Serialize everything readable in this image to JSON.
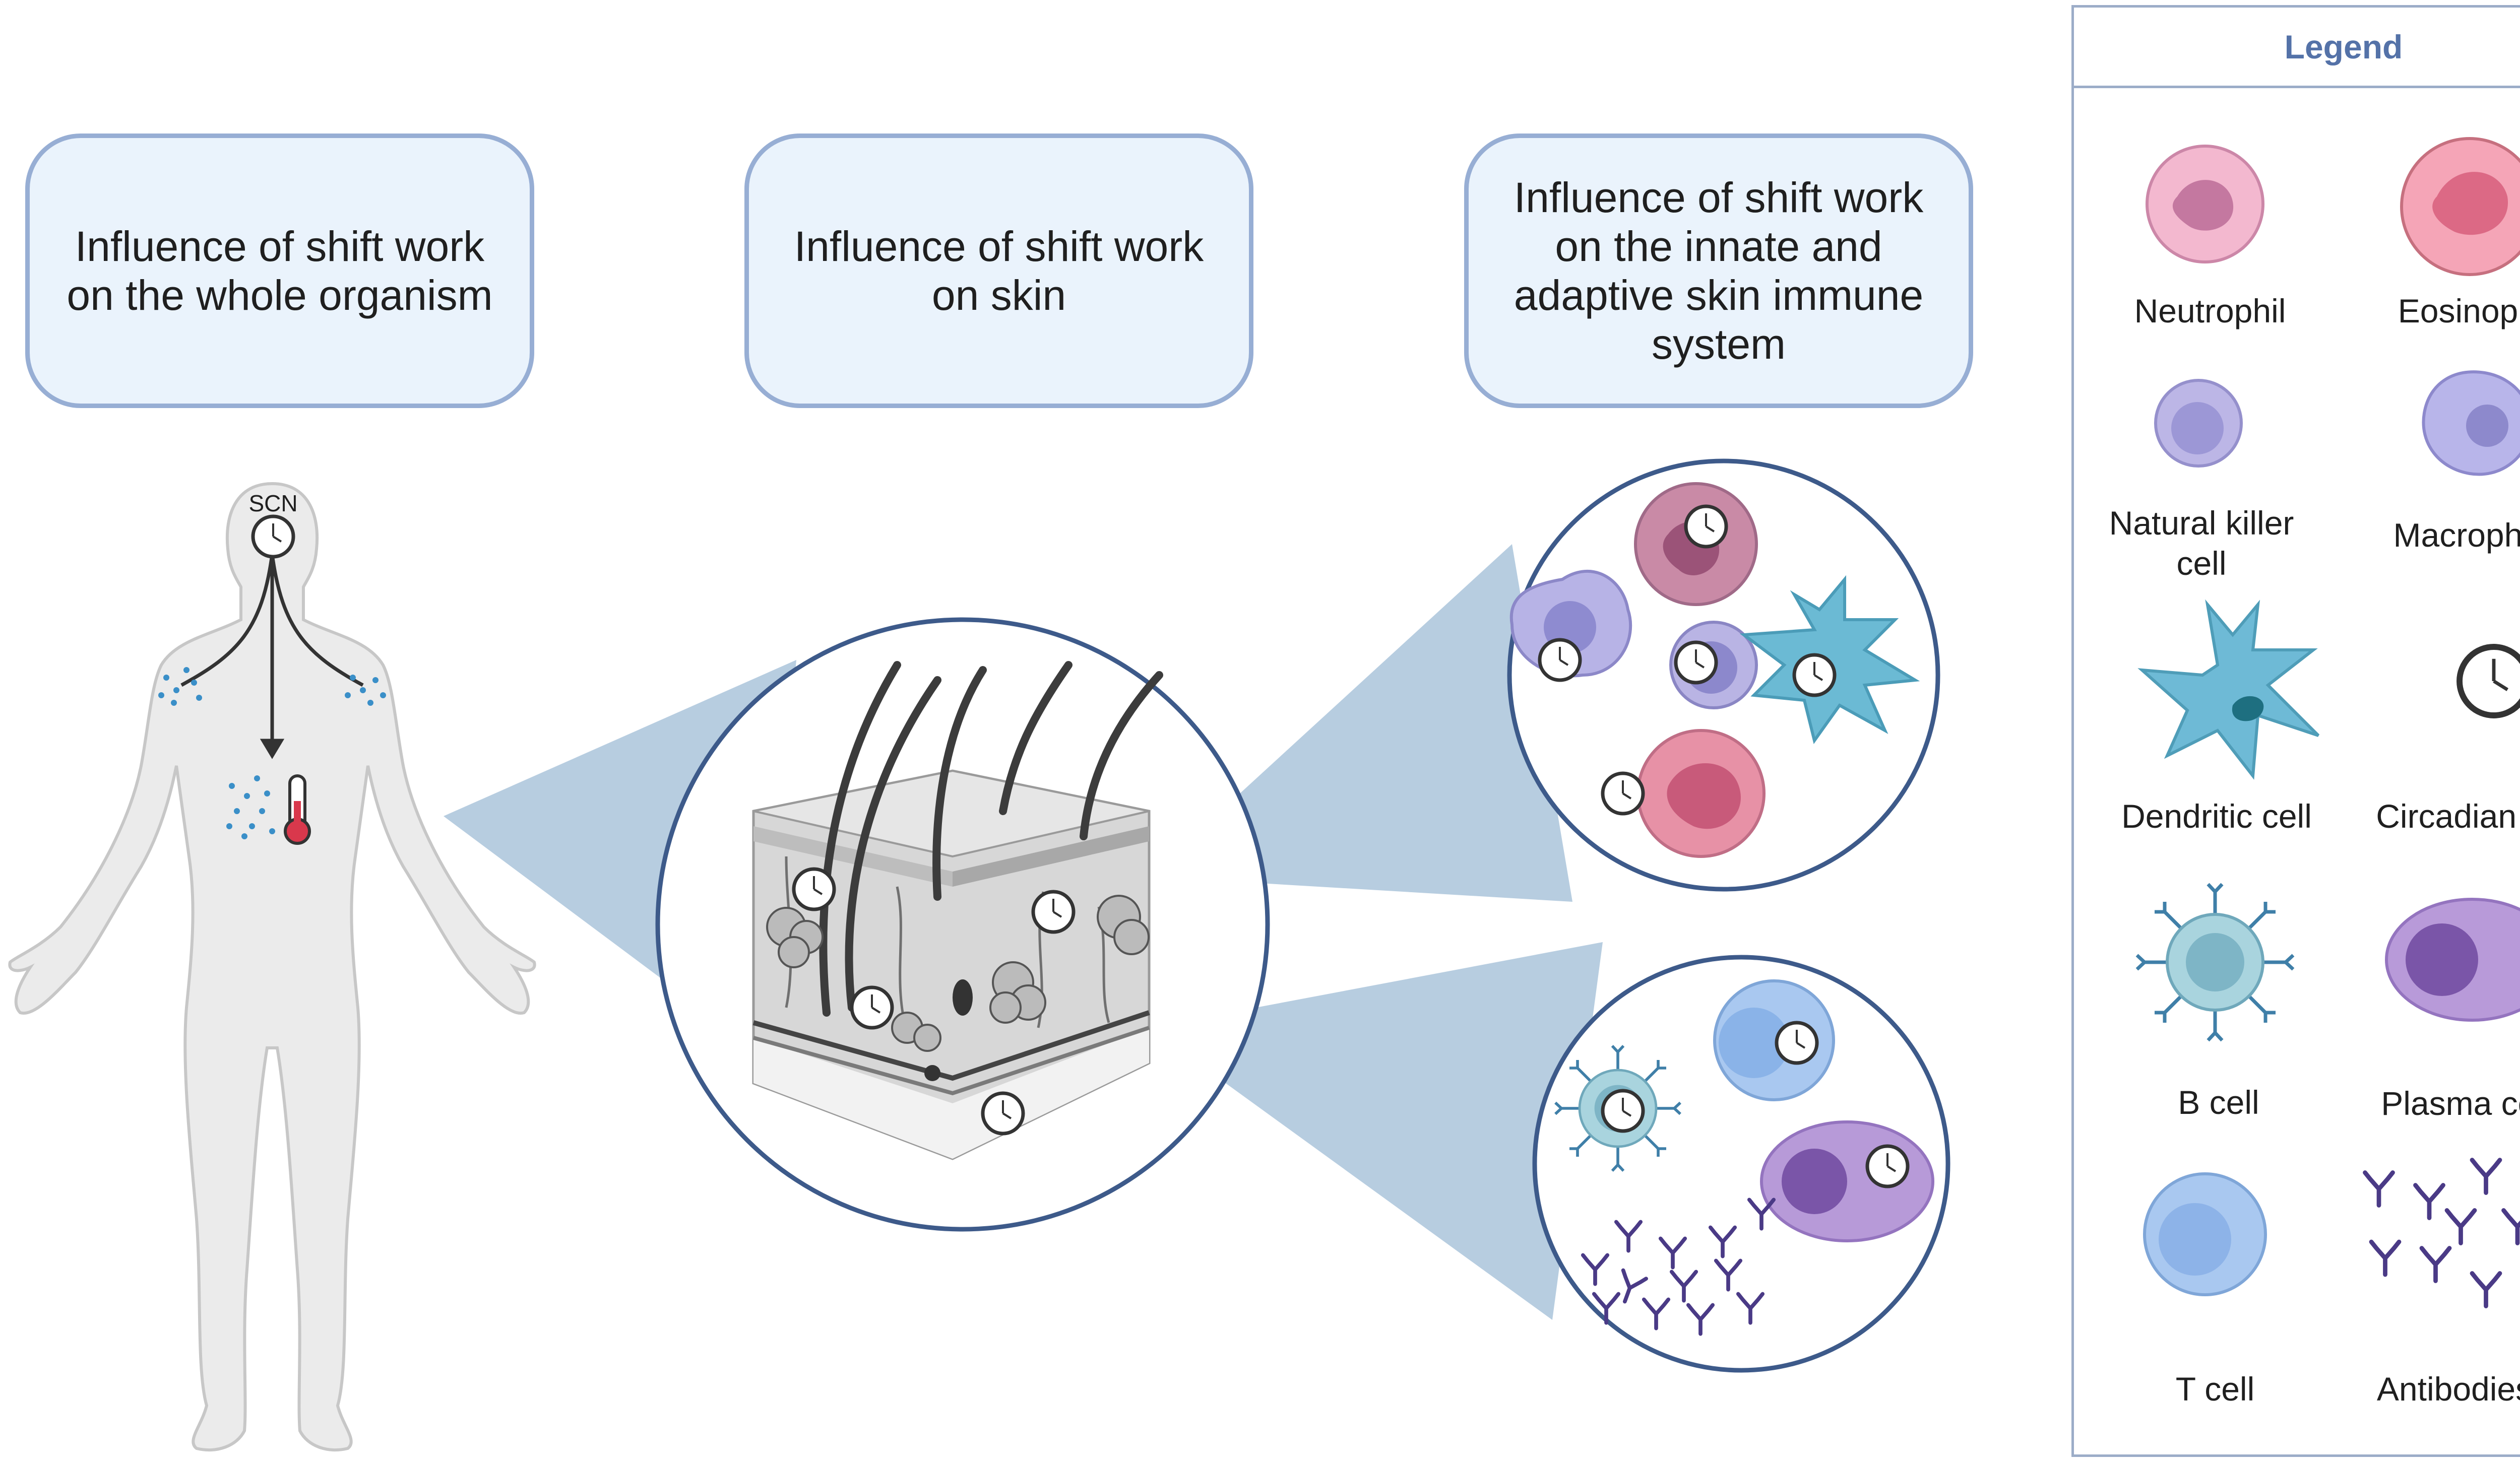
{
  "boxes": {
    "organism": "Influence of shift work\non the whole organism",
    "skin": "Influence of shift work\non skin",
    "immune": "Influence of shift work\non the innate and\nadaptive skin immune\nsystem"
  },
  "body_label": "SCN",
  "legend": {
    "title": "Legend",
    "items": {
      "neutrophil": "Neutrophil",
      "eosinophil": "Eosinophil",
      "nk": "Natural killer\ncell",
      "macrophage": "Macrophage",
      "dendritic": "Dendritic cell",
      "clock": "Circadian clock",
      "bcell": "B cell",
      "plasma": "Plasma cell",
      "tcell": "T cell",
      "antibodies": "Antibodies"
    }
  },
  "colors": {
    "box_fill": "#eaf3fc",
    "box_border": "#97aed4",
    "zoom_wedge": "#b7cde0",
    "circle_border": "#3d5a8a",
    "legend_title": "#5472a8"
  }
}
